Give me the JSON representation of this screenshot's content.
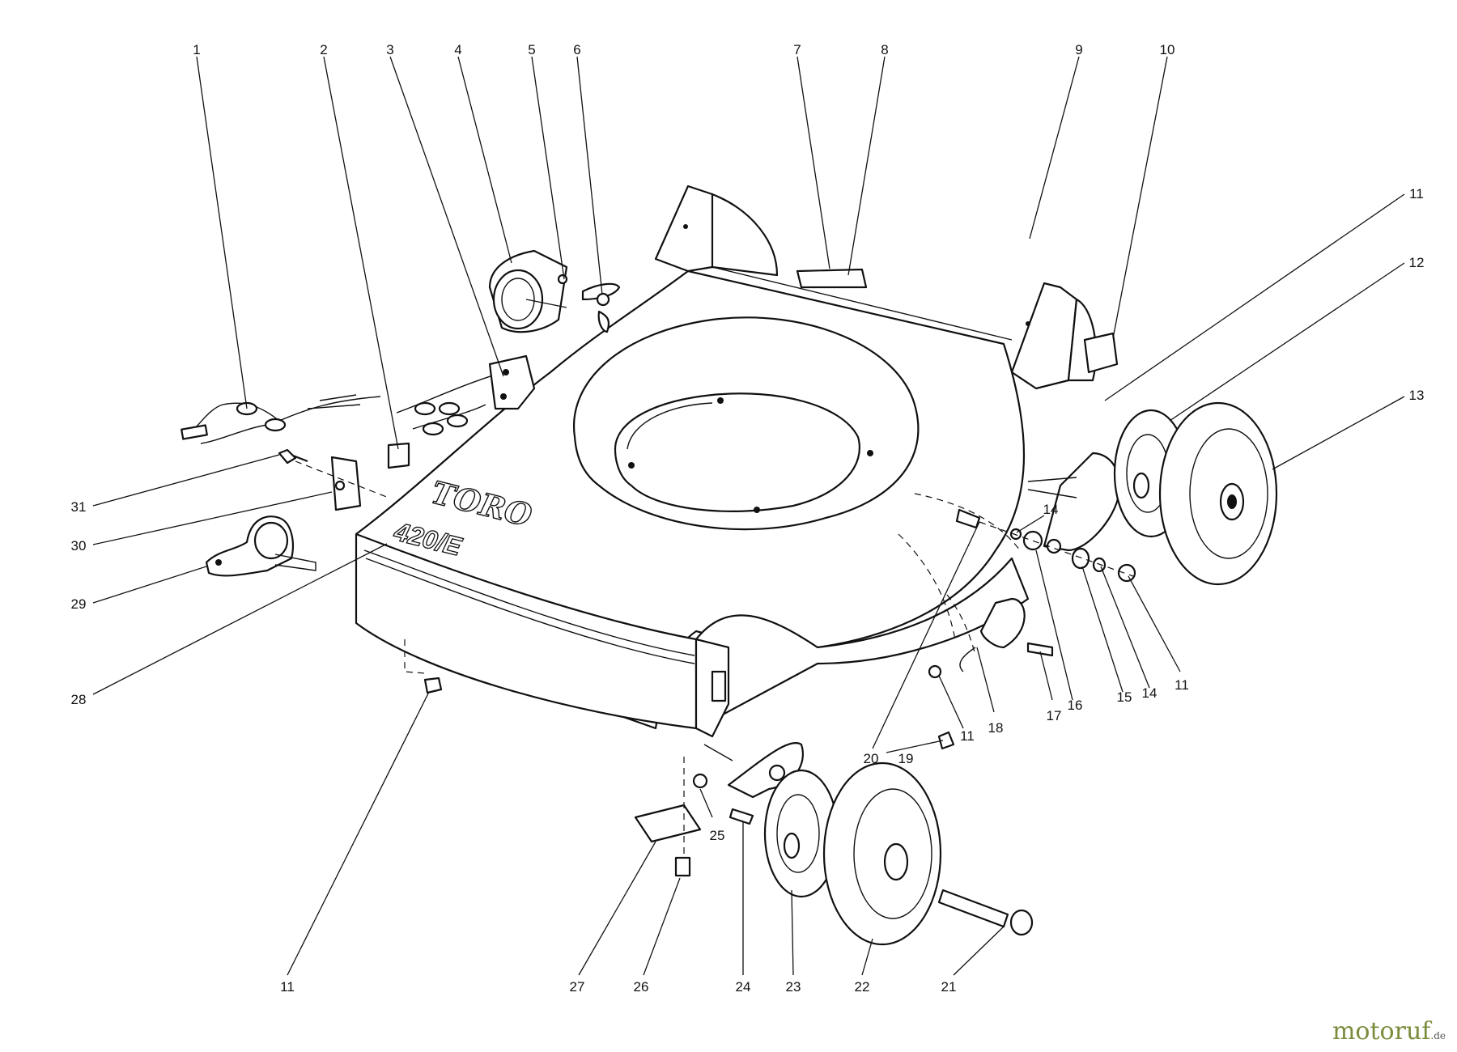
{
  "decal": {
    "brand": "TORO",
    "model": "420/E"
  },
  "watermark": {
    "name": "motoruf",
    "suffix": ".de"
  },
  "callouts": [
    {
      "id": "c1",
      "label": "1"
    },
    {
      "id": "c2",
      "label": "2"
    },
    {
      "id": "c3",
      "label": "3"
    },
    {
      "id": "c4",
      "label": "4"
    },
    {
      "id": "c5",
      "label": "5"
    },
    {
      "id": "c6",
      "label": "6"
    },
    {
      "id": "c7",
      "label": "7"
    },
    {
      "id": "c8",
      "label": "8"
    },
    {
      "id": "c9",
      "label": "9"
    },
    {
      "id": "c10",
      "label": "10"
    },
    {
      "id": "c11a",
      "label": "11"
    },
    {
      "id": "c12",
      "label": "12"
    },
    {
      "id": "c13",
      "label": "13"
    },
    {
      "id": "c14a",
      "label": "14"
    },
    {
      "id": "c11b",
      "label": "11"
    },
    {
      "id": "c14b",
      "label": "14"
    },
    {
      "id": "c15",
      "label": "15"
    },
    {
      "id": "c16",
      "label": "16"
    },
    {
      "id": "c17",
      "label": "17"
    },
    {
      "id": "c18",
      "label": "18"
    },
    {
      "id": "c11c",
      "label": "11"
    },
    {
      "id": "c19",
      "label": "19"
    },
    {
      "id": "c20",
      "label": "20"
    },
    {
      "id": "c21",
      "label": "21"
    },
    {
      "id": "c22",
      "label": "22"
    },
    {
      "id": "c23",
      "label": "23"
    },
    {
      "id": "c24",
      "label": "24"
    },
    {
      "id": "c25",
      "label": "25"
    },
    {
      "id": "c26",
      "label": "26"
    },
    {
      "id": "c27",
      "label": "27"
    },
    {
      "id": "c11d",
      "label": "11"
    },
    {
      "id": "c28",
      "label": "28"
    },
    {
      "id": "c29",
      "label": "29"
    },
    {
      "id": "c30",
      "label": "30"
    },
    {
      "id": "c31",
      "label": "31"
    }
  ]
}
